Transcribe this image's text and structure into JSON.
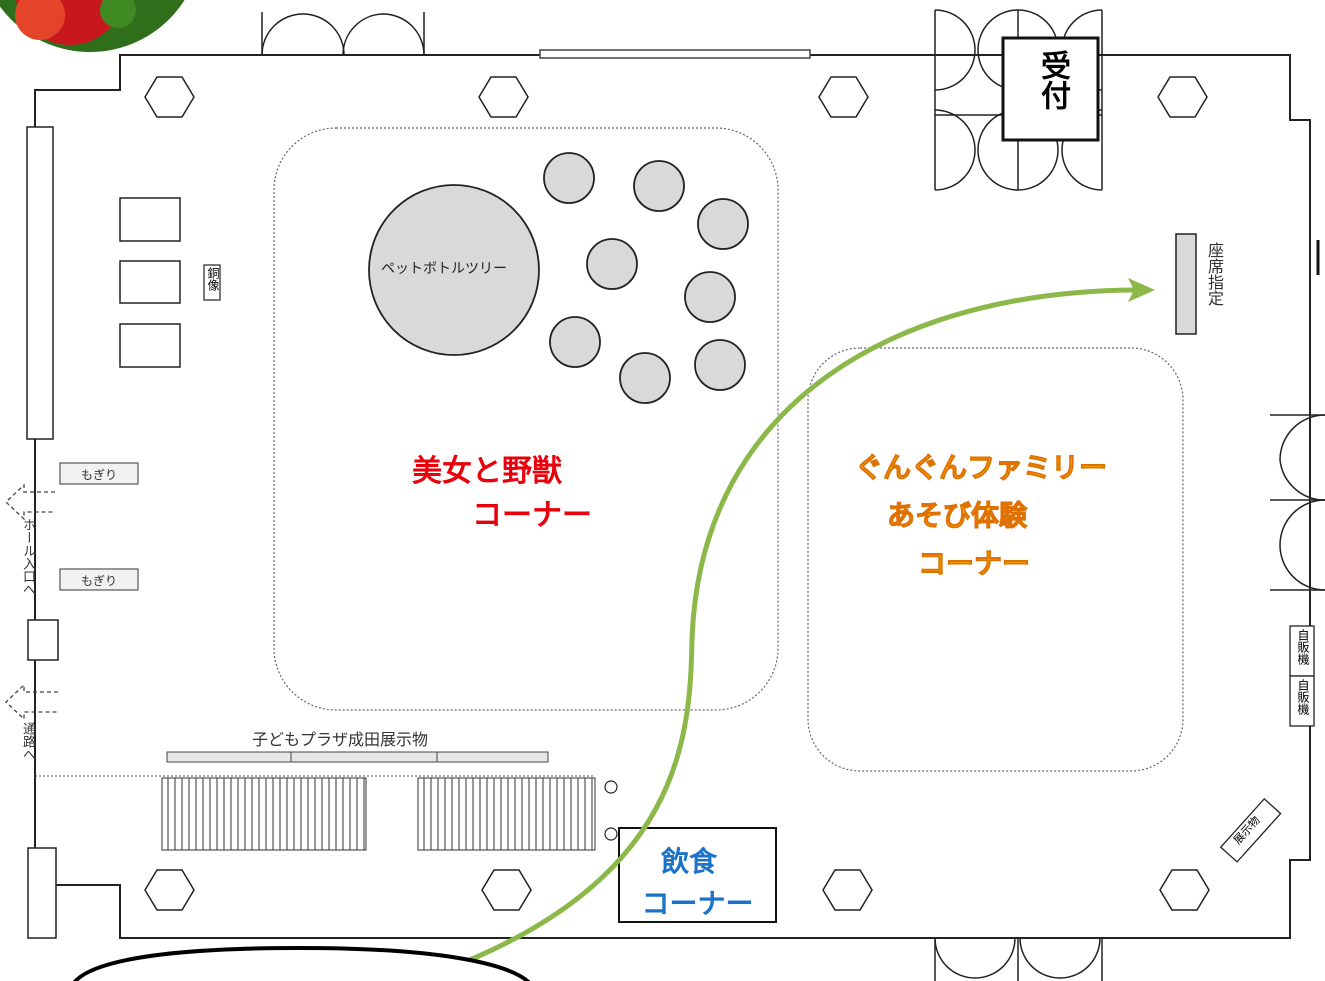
{
  "labels": {
    "reception": "受付",
    "seat_assignment": "座席指定",
    "pet_bottle_tree": "ペットボトルツリー",
    "bronze_statue": "銅像",
    "ticket_1": "もぎり",
    "ticket_2": "もぎり",
    "to_hall": "ホール入口へ",
    "to_passage": "通路へ",
    "kids_plaza": "子どもプラザ成田展示物",
    "vending_1": "自販機",
    "vending_2": "自販機",
    "exhibit": "展示物"
  },
  "corners": {
    "beauty_beast_line1": "美女と野獣",
    "beauty_beast_line2": "コーナー",
    "family_line1": "ぐんぐんファミリー",
    "family_line2": "あそび体験",
    "family_line3": "コーナー",
    "food_line1": "飲食",
    "food_line2": "コーナー"
  },
  "colors": {
    "beauty_beast": "#e8000b",
    "family": "#ffd200",
    "family_outline": "#e07000",
    "food": "#1a73c9",
    "arrow": "#8cb84a",
    "circle_fill": "#d9d9d9"
  }
}
